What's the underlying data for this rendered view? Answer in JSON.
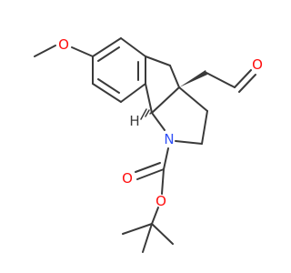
{
  "molecule": {
    "atoms": {
      "methoxy_oxygen": {
        "symbol": "O",
        "color": "#ff0d0d"
      },
      "aldehyde_oxygen": {
        "symbol": "O",
        "color": "#ff0d0d"
      },
      "nitrogen": {
        "symbol": "N",
        "color": "#3050f8"
      },
      "carbonyl_oxygen": {
        "symbol": "O",
        "color": "#ff0d0d"
      },
      "ester_oxygen": {
        "symbol": "O",
        "color": "#ff0d0d"
      },
      "stereo_hydrogen": {
        "symbol": "H",
        "color": "#3a3a3a"
      }
    },
    "bond_color": "#3a3a3a"
  }
}
